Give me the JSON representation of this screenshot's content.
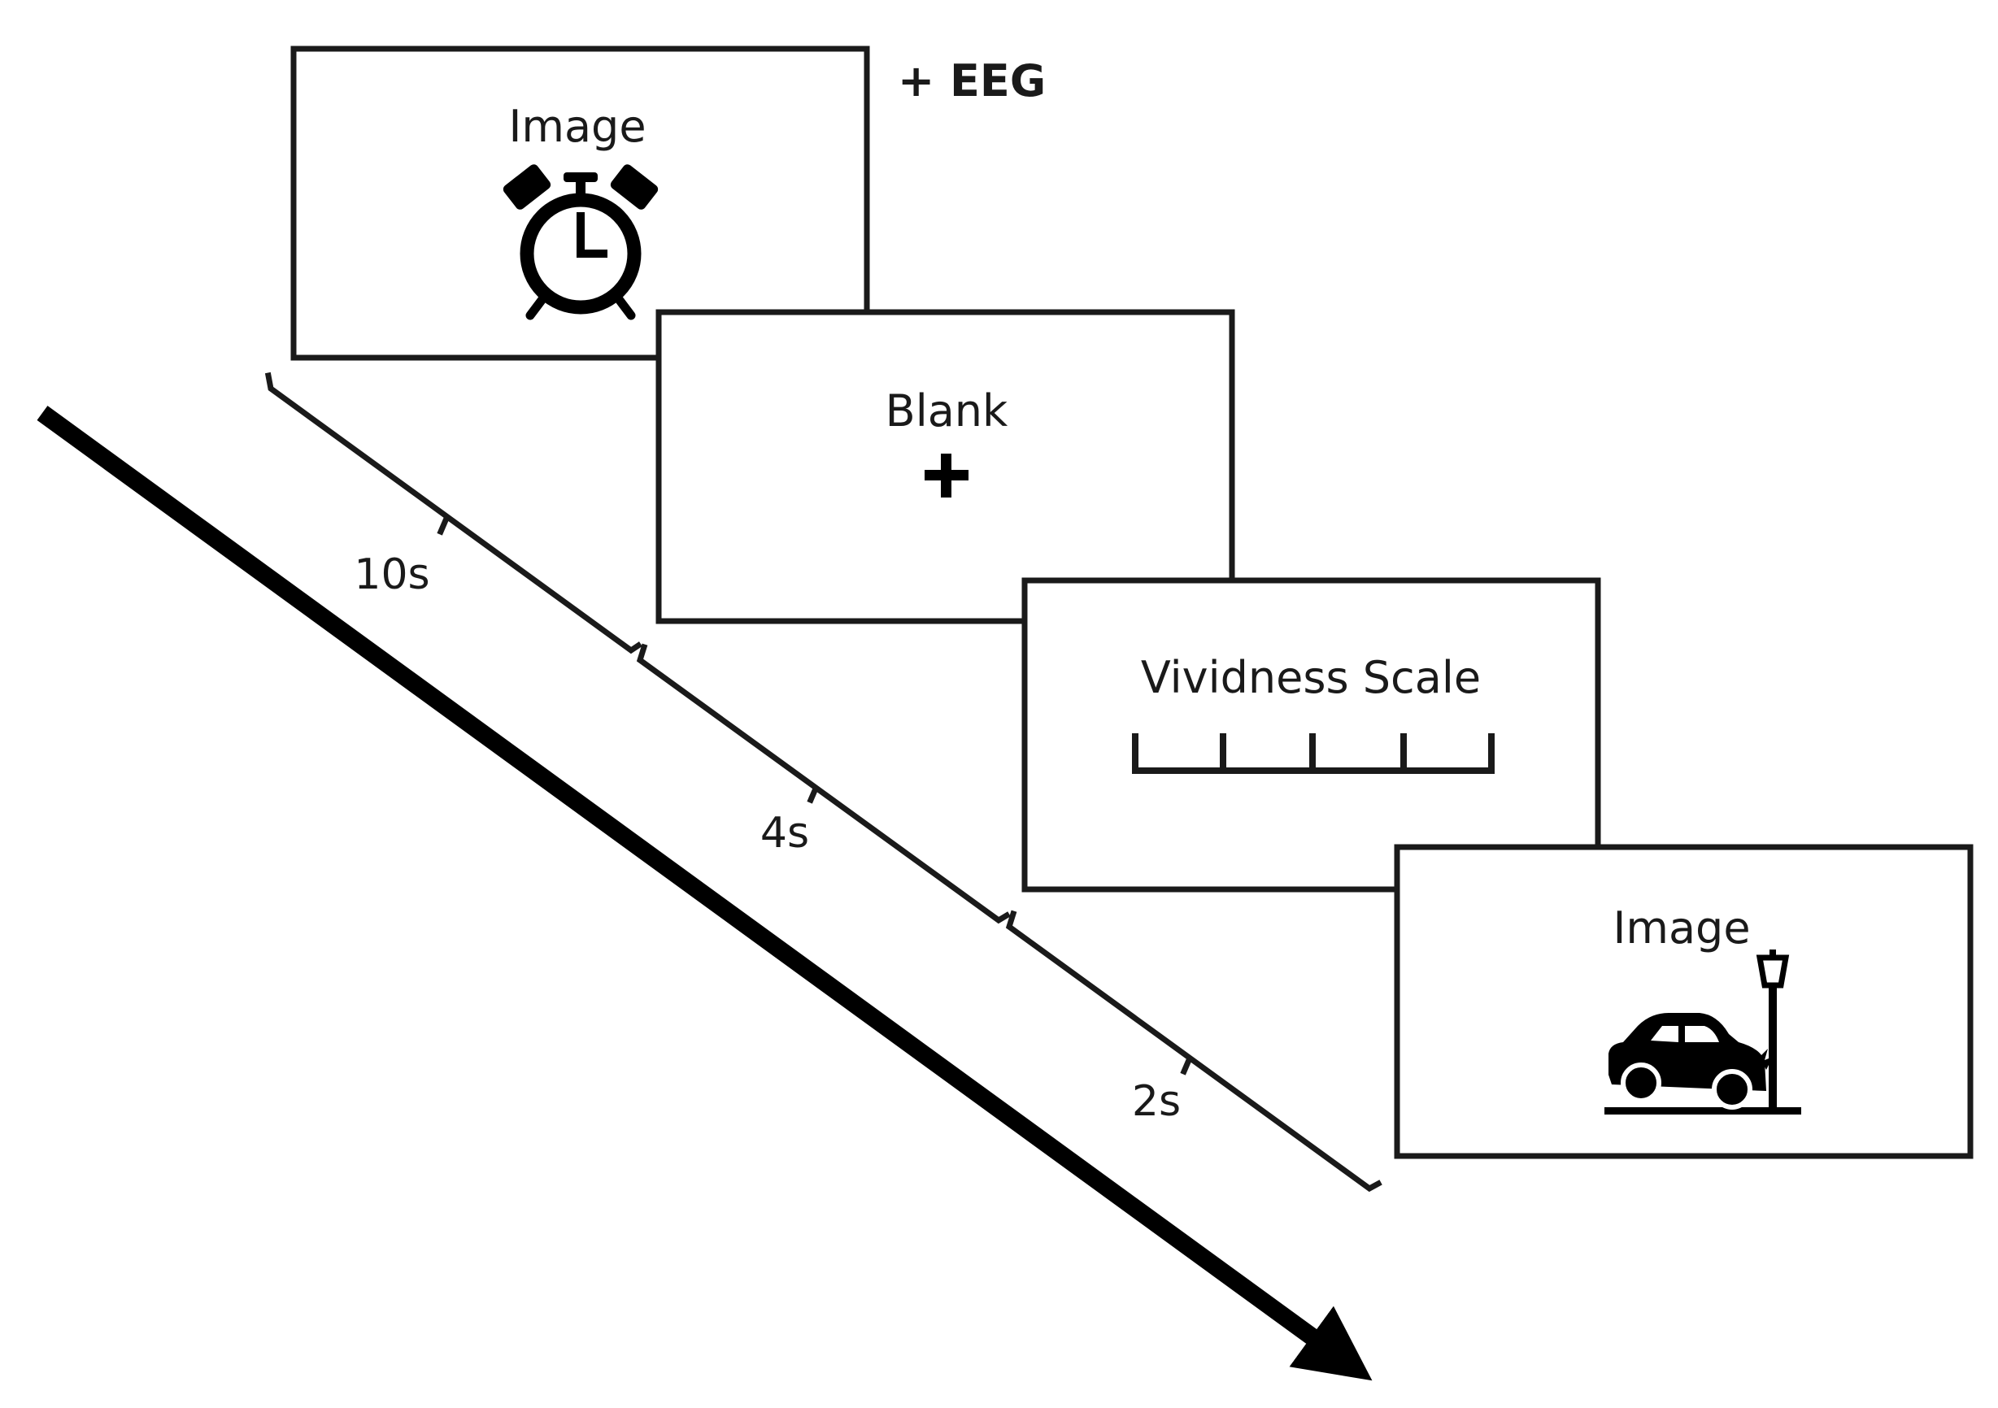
{
  "annotation": "+ EEG",
  "screens": [
    {
      "title": "Image",
      "icon": "alarm-clock-icon"
    },
    {
      "title": "Blank",
      "icon": "fixation-cross-icon"
    },
    {
      "title": "Vividness Scale",
      "icon": "rating-scale-icon"
    },
    {
      "title": "Image",
      "icon": "car-crash-icon"
    }
  ],
  "durations": [
    "10s",
    "4s",
    "2s"
  ],
  "time_arrow": "time-arrow"
}
